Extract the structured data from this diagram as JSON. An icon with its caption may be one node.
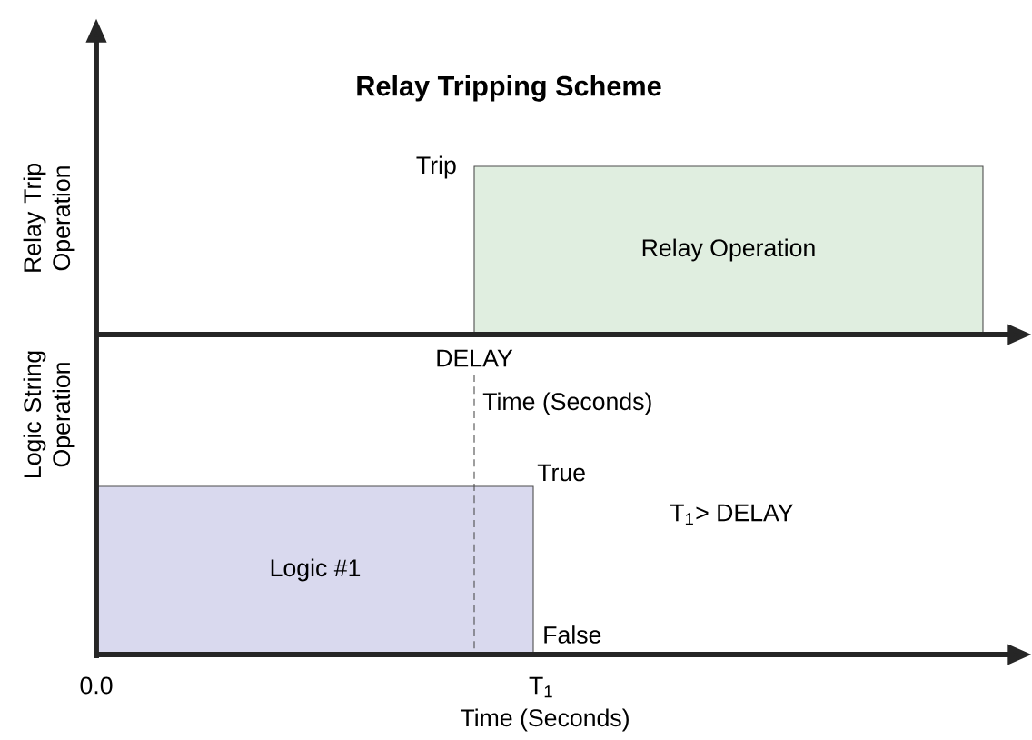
{
  "diagram": {
    "title": "Relay Tripping Scheme",
    "nodes": [
      {
        "text": [
          "Relay Operation"
        ]
      },
      {
        "text": [
          "Logic #1"
        ]
      }
    ],
    "labels": [
      "Relay Trip Operation",
      "Trip",
      "DELAY",
      "Time (Seconds)",
      "True",
      "T$_{1}$>  DELAY",
      "Logic String Operation",
      "False",
      "0.0",
      "T$_{1}$",
      "Time (Seconds)"
    ]
  }
}
